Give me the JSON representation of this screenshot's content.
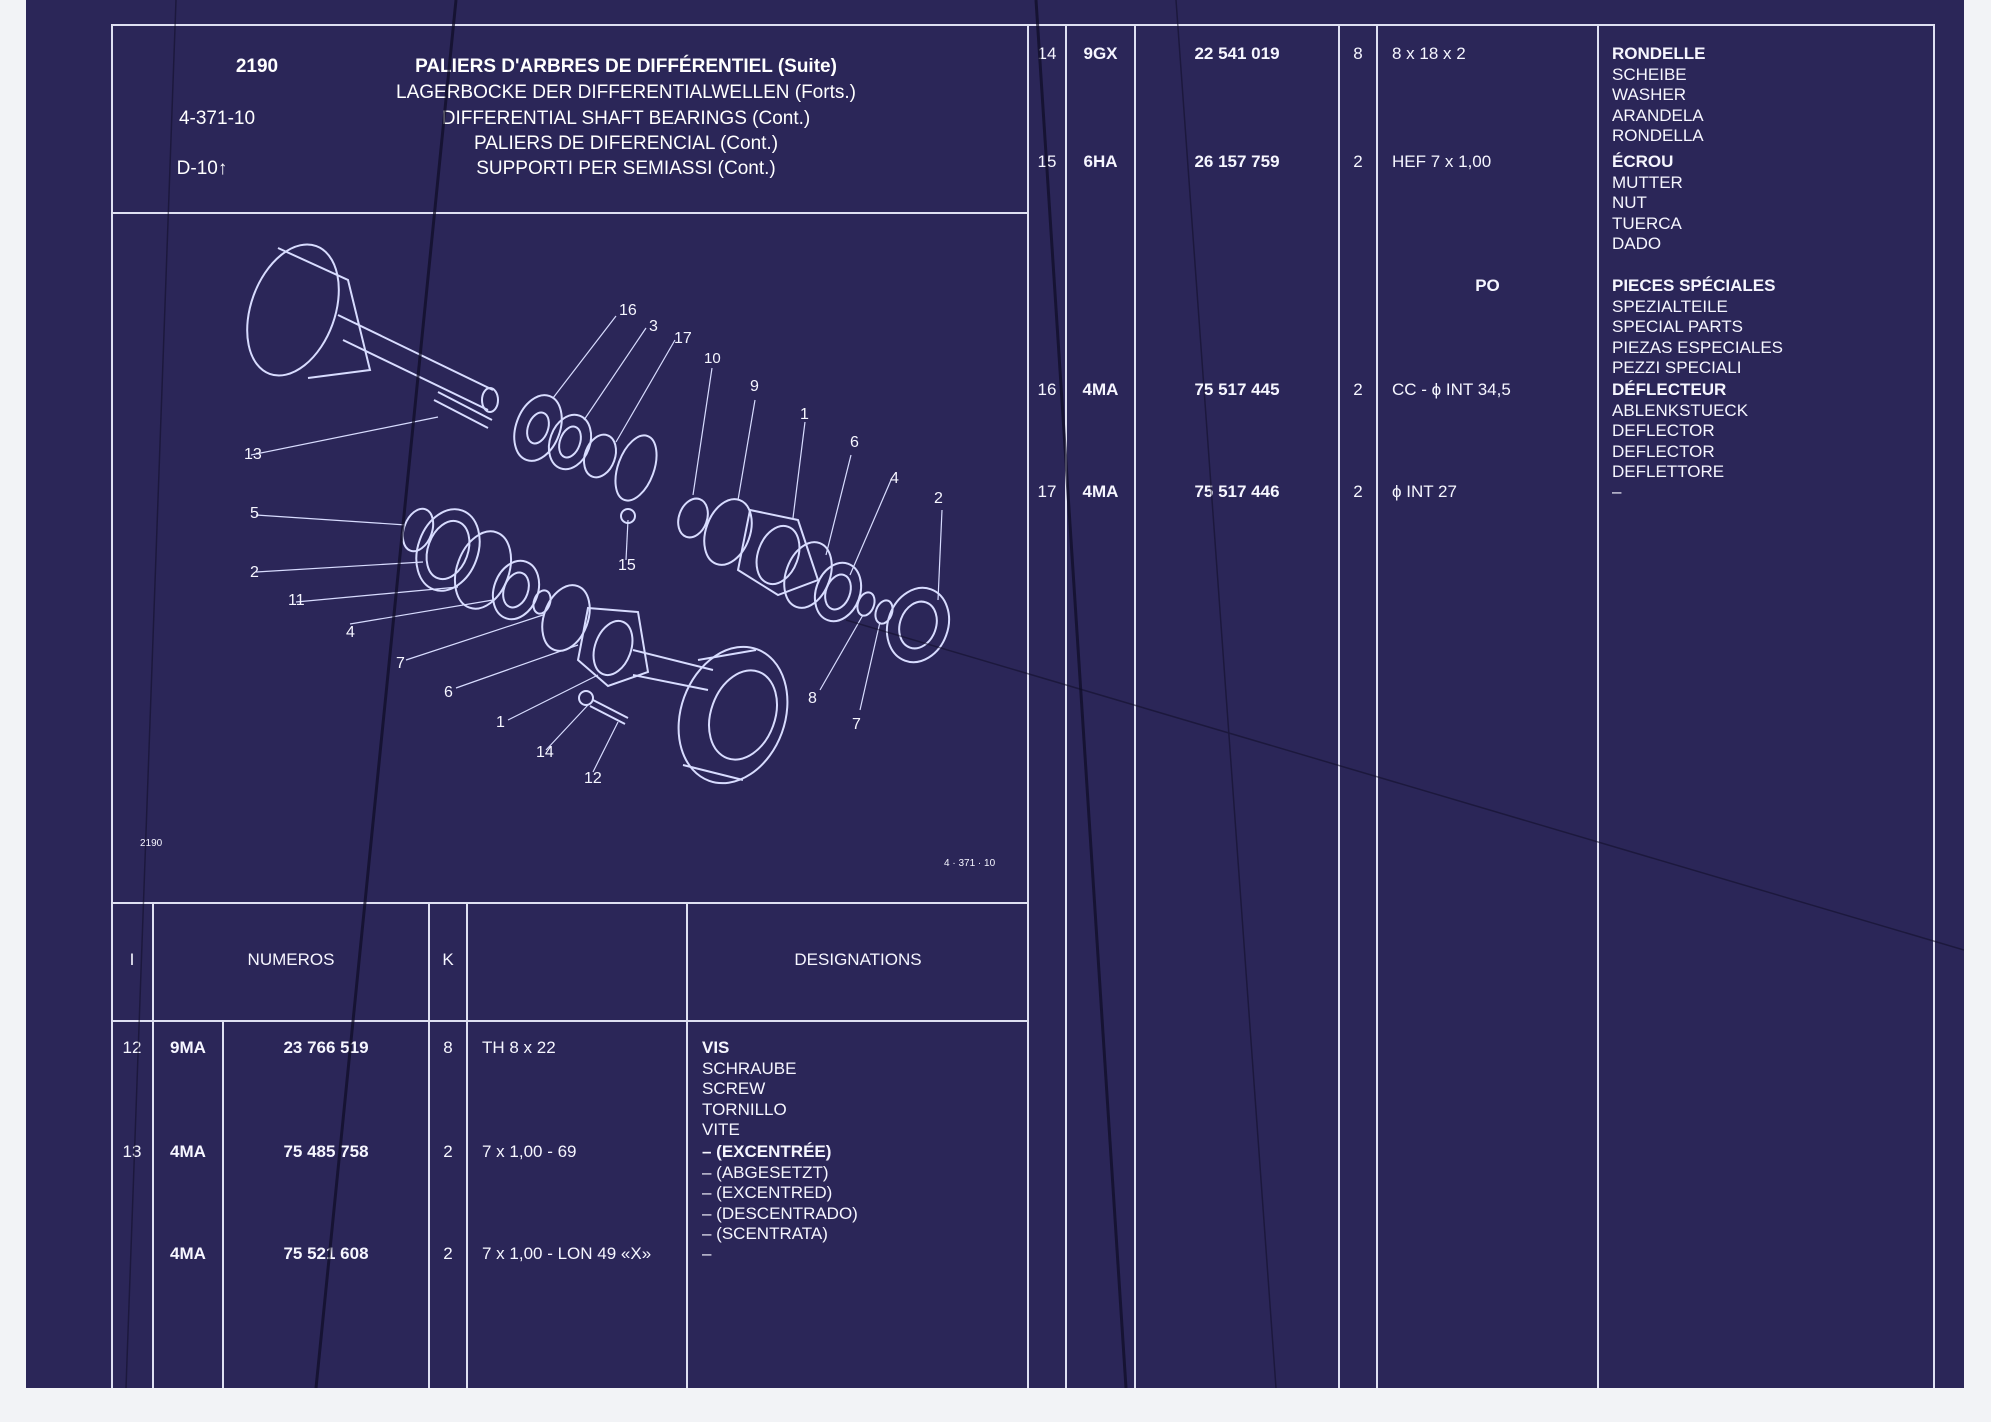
{
  "header": {
    "code": "2190",
    "ref": "4-371-10",
    "page": "D-10↑",
    "titles": {
      "fr": "PALIERS D'ARBRES DE DIFFÉRENTIEL (Suite)",
      "de": "LAGERBOCKE DER DIFFERENTIALWELLEN (Forts.)",
      "en": "DIFFERENTIAL SHAFT BEARINGS (Cont.)",
      "es": "PALIERS DE DIFERENCIAL (Cont.)",
      "it": "SUPPORTI PER SEMIASSI (Cont.)"
    }
  },
  "diagram": {
    "footer_left": "2190",
    "footer_right": "4 · 371 · 10",
    "callouts": [
      "16",
      "3",
      "17",
      "10",
      "9",
      "1",
      "6",
      "4",
      "2",
      "13",
      "5",
      "2",
      "11",
      "4",
      "7",
      "6",
      "1",
      "14",
      "12",
      "15",
      "8",
      "7"
    ]
  },
  "table_headers": {
    "index": "I",
    "numbers": "NUMEROS",
    "qty": "K",
    "designations": "DESIGNATIONS"
  },
  "left_rows": [
    {
      "index": "12",
      "prefix": "9MA",
      "part": "23 766 519",
      "qty": "8",
      "spec": "TH 8 x 22",
      "names": [
        "VIS",
        "SCHRAUBE",
        "SCREW",
        "TORNILLO",
        "VITE"
      ]
    },
    {
      "index": "13",
      "prefix": "4MA",
      "part": "75 485 758",
      "qty": "2",
      "spec": "7 x 1,00 - 69",
      "names": [
        "– (EXCENTRÉE)",
        "– (ABGESETZT)",
        "– (EXCENTRED)",
        "– (DESCENTRADO)",
        "– (SCENTRATA)"
      ]
    },
    {
      "index": "",
      "prefix": "4MA",
      "part": "75 521 608",
      "qty": "2",
      "spec": "7 x 1,00 - LON 49 «X»",
      "names": [
        "–"
      ]
    }
  ],
  "right_rows": [
    {
      "index": "14",
      "prefix": "9GX",
      "part": "22 541 019",
      "qty": "8",
      "spec": "8 x 18 x 2",
      "names": [
        "RONDELLE",
        "SCHEIBE",
        "WASHER",
        "ARANDELA",
        "RONDELLA"
      ]
    },
    {
      "index": "15",
      "prefix": "6HA",
      "part": "26 157 759",
      "qty": "2",
      "spec": "HEF 7 x 1,00",
      "names": [
        "ÉCROU",
        "MUTTER",
        "NUT",
        "TUERCA",
        "DADO"
      ]
    },
    {
      "index": "",
      "prefix": "",
      "part": "",
      "qty": "",
      "spec": "PO",
      "names": [
        "PIECES SPÉCIALES",
        "SPEZIALTEILE",
        "SPECIAL PARTS",
        "PIEZAS ESPECIALES",
        "PEZZI SPECIALI"
      ]
    },
    {
      "index": "16",
      "prefix": "4MA",
      "part": "75 517 445",
      "qty": "2",
      "spec": "CC - ϕ INT 34,5",
      "names": [
        "DÉFLECTEUR",
        "ABLENKSTUECK",
        "DEFLECTOR",
        "DEFLECTOR",
        "DEFLETTORE"
      ]
    },
    {
      "index": "17",
      "prefix": "4MA",
      "part": "75 517 446",
      "qty": "2",
      "spec": "ϕ INT 27",
      "names": [
        "–"
      ]
    }
  ],
  "colors": {
    "background": "#2b2658",
    "lines": "#dfe0f2",
    "text": "#f6f6ff",
    "page": "#f2f3f6"
  }
}
